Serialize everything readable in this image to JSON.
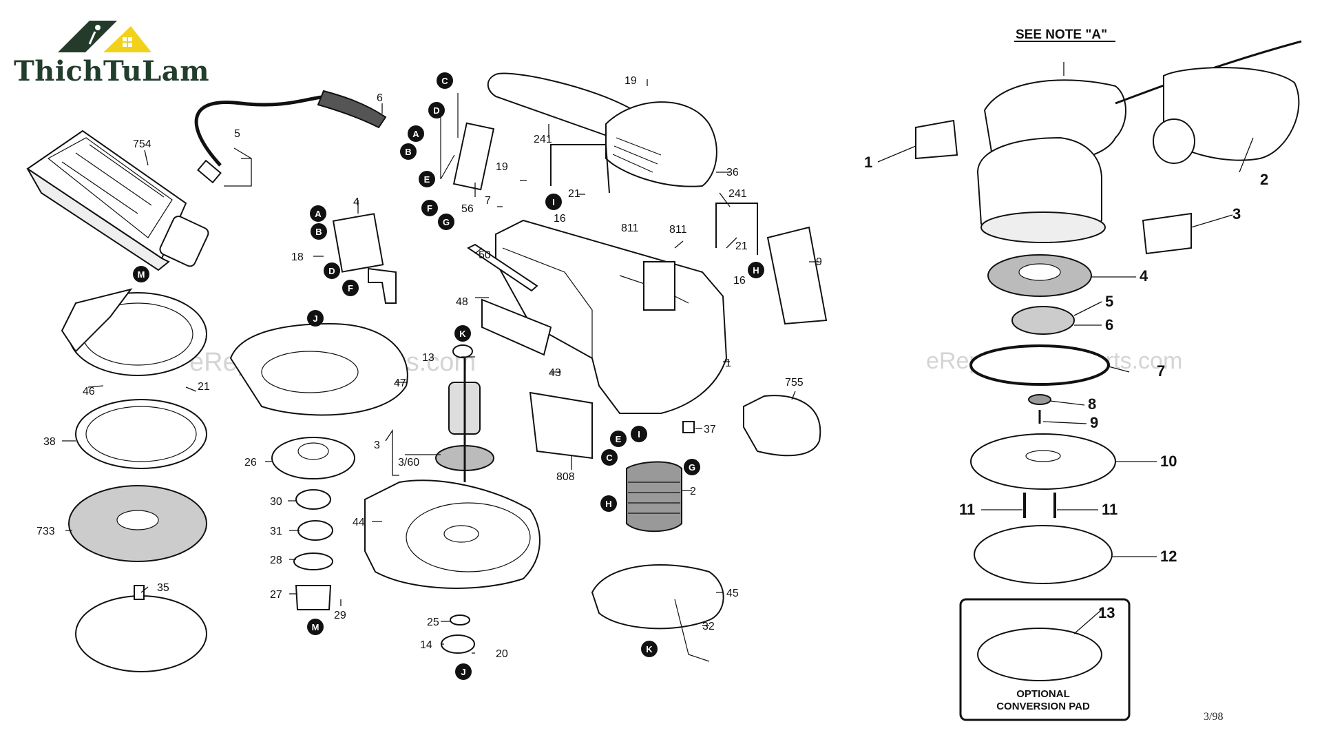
{
  "brand": {
    "name": "ThichTuLam"
  },
  "watermarks": [
    "eReplacementParts.com",
    "eReplacementParts.com"
  ],
  "stamp": "3/98",
  "right_panel": {
    "note": "SEE NOTE \"A\"",
    "optional_line1": "OPTIONAL",
    "optional_line2": "CONVERSION PAD"
  },
  "left_labels": {
    "754": "754",
    "5": "5",
    "6": "6",
    "4": "4",
    "18": "18",
    "56": "56",
    "19a": "19",
    "19b": "19",
    "241a": "241",
    "241b": "241",
    "7": "7",
    "21a": "21",
    "21b": "21",
    "21c": "21",
    "16a": "16",
    "16b": "16",
    "811a": "811",
    "811b": "811",
    "36": "36",
    "9": "9",
    "50": "50",
    "48": "48",
    "13": "13",
    "43": "43",
    "1": "1",
    "46": "46",
    "47": "47",
    "38": "38",
    "26": "26",
    "3": "3",
    "360": "3/60",
    "755": "755",
    "37": "37",
    "808": "808",
    "2": "2",
    "30": "30",
    "31": "31",
    "44": "44",
    "733": "733",
    "28": "28",
    "27": "27",
    "29": "29",
    "35": "35",
    "45": "45",
    "25": "25",
    "14": "14",
    "20": "20",
    "32": "32"
  },
  "callouts": {
    "A1": "A",
    "B1": "B",
    "C1": "C",
    "D1": "D",
    "E1": "E",
    "F1": "F",
    "G1": "G",
    "A2": "A",
    "B2": "B",
    "C2": "C",
    "D2": "D",
    "E2": "E",
    "F2": "F",
    "G2": "G",
    "H1": "H",
    "H2": "H",
    "I1": "I",
    "I2": "I",
    "J1": "J",
    "J2": "J",
    "K1": "K",
    "K2": "K",
    "M1": "M",
    "M2": "M"
  },
  "right_labels": {
    "r1": "1",
    "r2": "2",
    "r3": "3",
    "r4": "4",
    "r5": "5",
    "r6": "6",
    "r7": "7",
    "r8": "8",
    "r9": "9",
    "r10": "10",
    "r11a": "11",
    "r11b": "11",
    "r12": "12",
    "r13": "13"
  }
}
